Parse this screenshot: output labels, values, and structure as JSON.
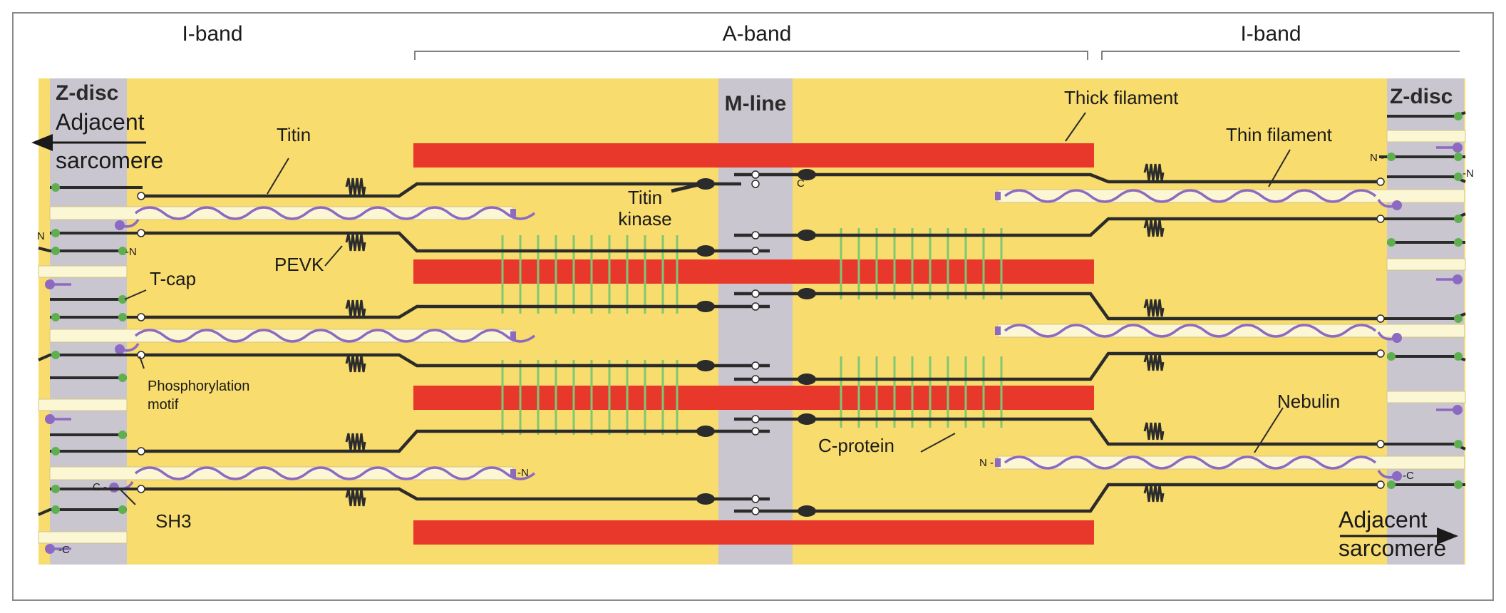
{
  "labels": {
    "i_band_left": "I-band",
    "a_band": "A-band",
    "i_band_right": "I-band",
    "z_disc_left": "Z-disc",
    "z_disc_right": "Z-disc",
    "m_line": "M-line",
    "adjacent_left_1": "Adjacent",
    "adjacent_left_2": "sarcomere",
    "adjacent_right_1": "Adjacent",
    "adjacent_right_2": "sarcomere",
    "titin": "Titin",
    "thick_filament": "Thick filament",
    "thin_filament": "Thin filament",
    "titin_kinase_1": "Titin",
    "titin_kinase_2": "kinase",
    "pevk": "PEVK",
    "tcap": "T-cap",
    "phospho_1": "Phosphorylation",
    "phospho_2": "motif",
    "c_protein": "C-protein",
    "nebulin": "Nebulin",
    "sh3": "SH3"
  },
  "terminal_marks": {
    "n": "N",
    "n_dash": "N -",
    "dash_n": "-N",
    "c_dash": "C -",
    "dash_c": "-C",
    "c": "C"
  },
  "colors": {
    "background": "#f8dc6e",
    "z_disc": "#c9c6cf",
    "thick_filament": "#e8372b",
    "titin": "#2b2b2b",
    "thin_filament": "#fbf6d3",
    "nebulin": "#8d6ac2",
    "c_protein": "#7ec873",
    "anchor": "#5faf4f"
  }
}
